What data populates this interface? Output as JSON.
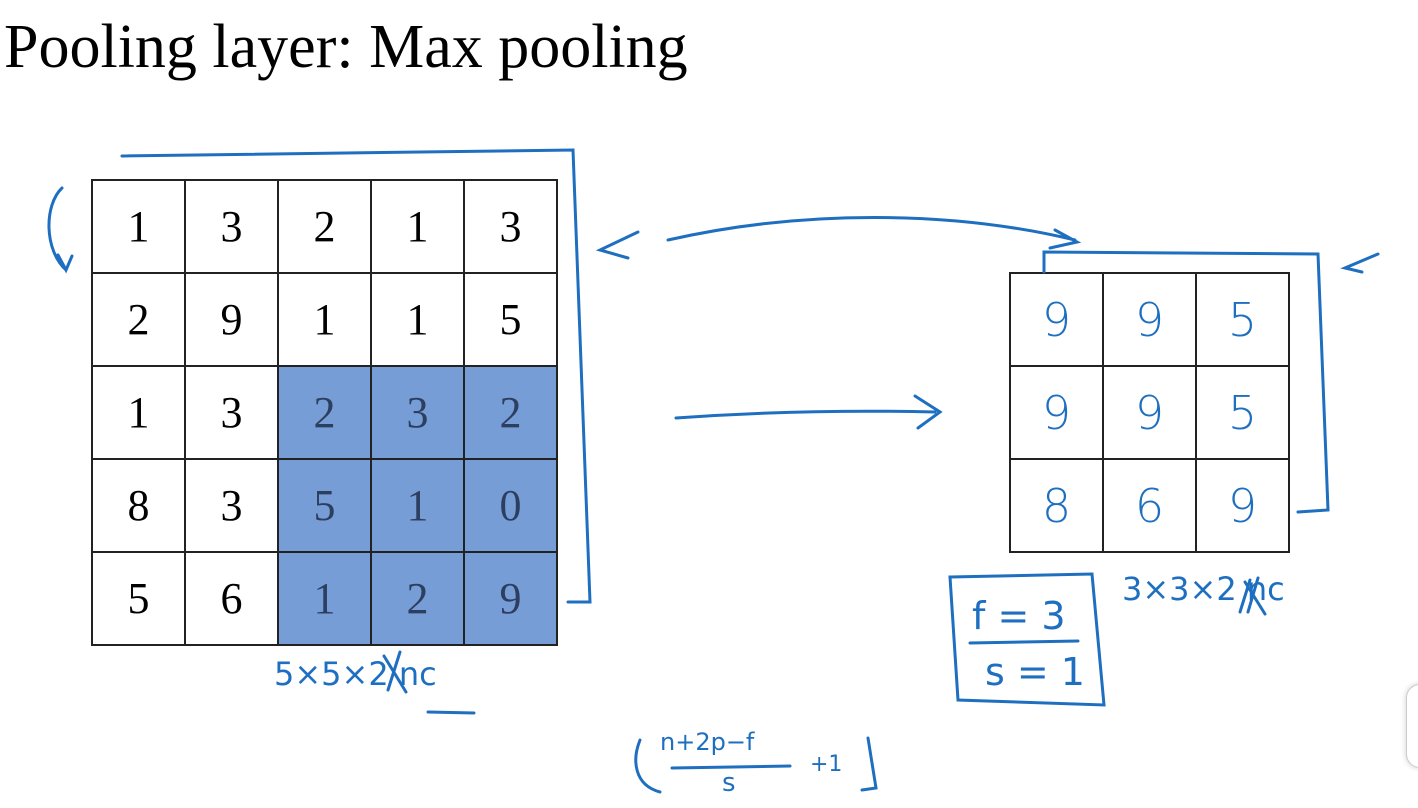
{
  "title": "Pooling layer: Max pooling",
  "input_matrix": [
    [
      "1",
      "3",
      "2",
      "1",
      "3"
    ],
    [
      "2",
      "9",
      "1",
      "1",
      "5"
    ],
    [
      "1",
      "3",
      "2",
      "3",
      "2"
    ],
    [
      "8",
      "3",
      "5",
      "1",
      "0"
    ],
    [
      "5",
      "6",
      "1",
      "2",
      "9"
    ]
  ],
  "output_matrix": [
    [
      "9",
      "9",
      "5"
    ],
    [
      "9",
      "9",
      "5"
    ],
    [
      "8",
      "6",
      "9"
    ]
  ],
  "annotations": {
    "input_dims": "5×5×",
    "input_struck": "2",
    "input_channels": "nc",
    "output_dims": "3×3×",
    "output_struck": "2",
    "output_channels": "nc",
    "filter": "f = 3",
    "stride": "s = 1",
    "formula_num": "n+2p−f",
    "formula_den": "s",
    "formula_tail": "+1"
  },
  "colors": {
    "highlight": "#779dd6",
    "ink": "#1f6fc0"
  }
}
